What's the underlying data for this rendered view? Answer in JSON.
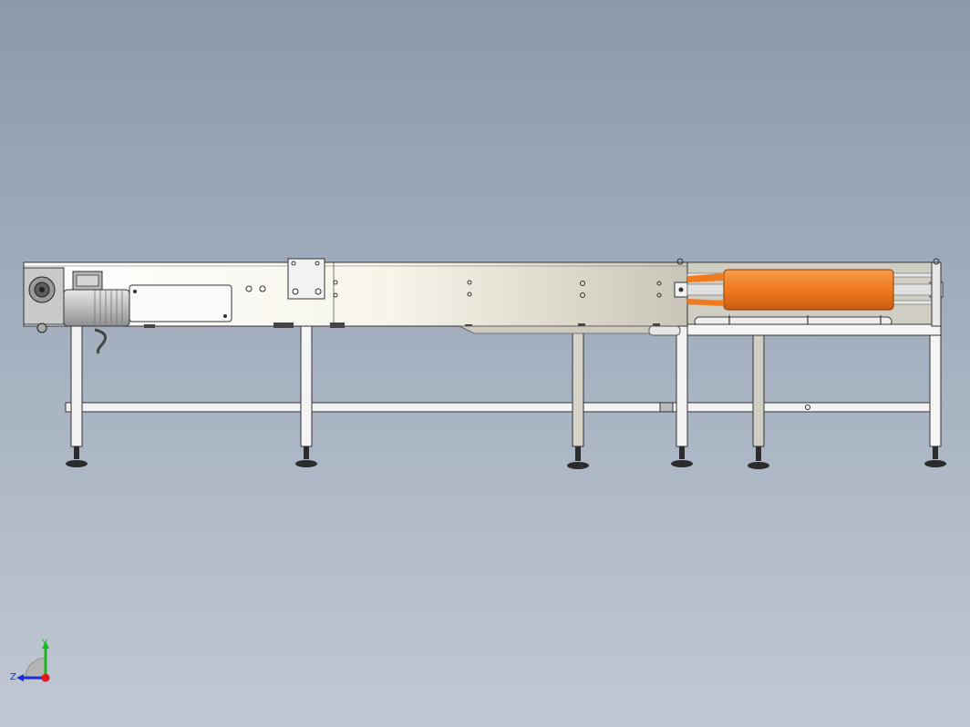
{
  "viewport": {
    "background_top": "#8a9aab",
    "background_bottom": "#c1c8d3"
  },
  "model": {
    "description_icon": "conveyor-assembly",
    "frame_color": "#f4f4f4",
    "outline_color": "#2a2a2a",
    "roller_color": "#f07a1e",
    "motor_color": "#bdbdbd"
  },
  "triad": {
    "y_label": "Y",
    "z_label": "Z",
    "y_color": "#19b81e",
    "z_color": "#1a2ad6",
    "x_color": "#e01a1a"
  }
}
